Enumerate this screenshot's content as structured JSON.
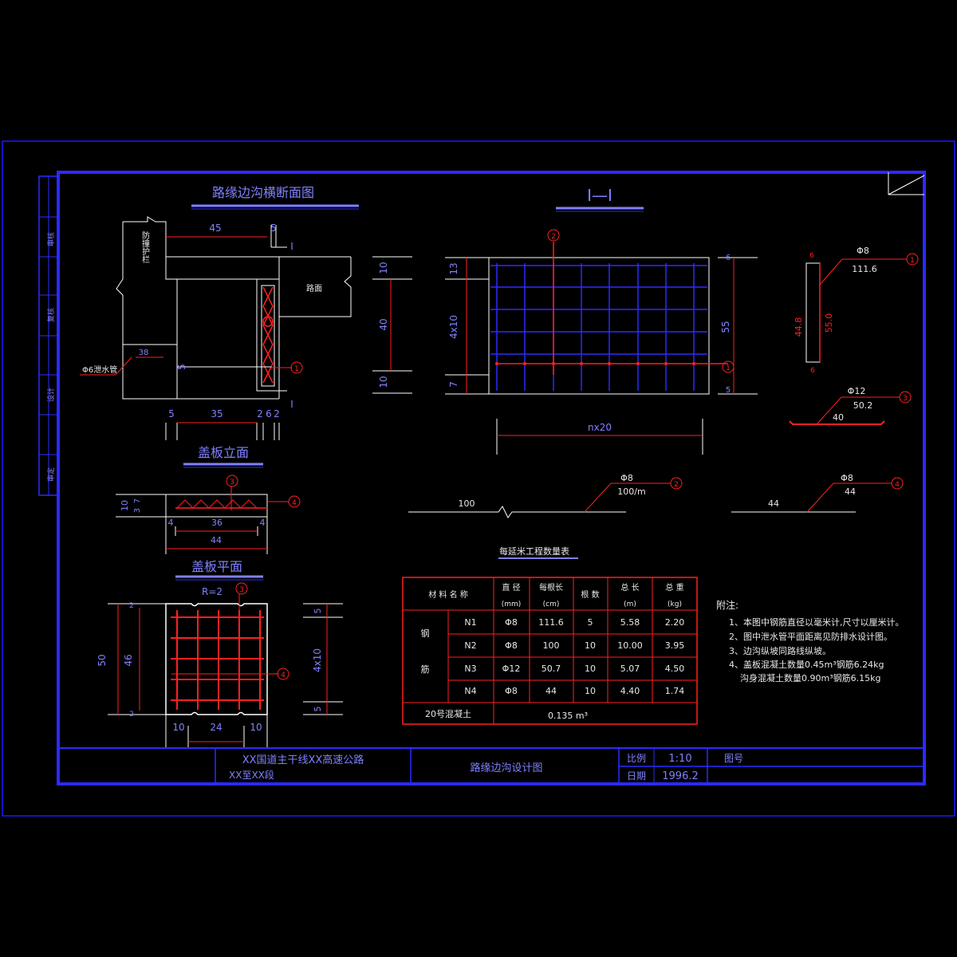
{
  "colors": {
    "frame": "#1a1aff",
    "line": "#2b2bff",
    "white": "#e8e8e8",
    "red": "#ff2020",
    "label": "#8080ff"
  },
  "title_block": {
    "project_line1": "XX国道主干线XX高速公路",
    "project_line2": "XX至XX段",
    "drawing_name": "路缘边沟设计图",
    "scale_label": "比例",
    "scale_value": "1:10",
    "sheet_label": "图号",
    "date_label": "日期",
    "date_value": "1996.2"
  },
  "left_strip": [
    "审核",
    "复核",
    "设计",
    "审定"
  ],
  "section_titles": {
    "cross_section": "路缘边沟横断面图",
    "section_ii": "I—I",
    "cover_elevation": "盖板立面",
    "cover_plan": "盖板平面"
  },
  "cross_section": {
    "dim_45": "45",
    "dim_5_top": "5",
    "label_I_top": "I",
    "label_I_bottom": "I",
    "dim_5_left": "5",
    "dim_35": "35",
    "dim_2": "2",
    "dim_6": "6",
    "dim_2r": "2",
    "dim_10_top": "10",
    "dim_40": "40",
    "dim_10_bottom": "10",
    "dim_5_mid": "5",
    "dim_38": "38",
    "pipe_label": "Φ6泄水管",
    "wall_label": "防撞护栏",
    "road_label": "路面"
  },
  "section_ii": {
    "dim_13": "13",
    "dim_4x10": "4x10",
    "dim_7": "7",
    "dim_6r": "6",
    "dim_55": "55",
    "dim_5r": "5",
    "dim_nx20": "nx20"
  },
  "bars": {
    "n1_dia": "Φ8",
    "n1_len": "111.6",
    "n1_h1": "44.8",
    "n1_h2": "55.0",
    "n1_top": "6",
    "n1_bot": "6",
    "n3_dia": "Φ12",
    "n3_len": "50.2",
    "n3_len2": "40",
    "n2_dia": "Φ8",
    "n2_spacing": "100/m",
    "n2_len": "100",
    "n4_dia": "Φ8",
    "n4_len": "44",
    "n4_len2": "44"
  },
  "cover_elevation": {
    "dim_10": "10",
    "dim_3": "3",
    "dim_7": "7",
    "dim_4l": "4",
    "dim_36": "36",
    "dim_4r": "4",
    "dim_44": "44"
  },
  "cover_plan": {
    "r_label": "R=2",
    "dim_50": "50",
    "dim_46": "46",
    "dim_2t": "2",
    "dim_2b": "2",
    "dim_10l": "10",
    "dim_24": "24",
    "dim_10r": "10",
    "dim_5t": "5",
    "dim_4x10": "4x10",
    "dim_5b": "5"
  },
  "circles": {
    "c1": "1",
    "c2": "2",
    "c3": "3",
    "c4": "4"
  },
  "quantity_table": {
    "title": "每延米工程数量表",
    "headers": [
      "材 料 名 称",
      "直 径",
      "每根长",
      "根 数",
      "总 长",
      "总 重"
    ],
    "units": [
      "",
      "(mm)",
      "(cm)",
      "",
      "(m)",
      "(kg)"
    ],
    "steel_label_1": "钢",
    "steel_label_2": "筋",
    "rows": [
      {
        "name": "N1",
        "dia": "Φ8",
        "len": "111.6",
        "count": "5",
        "total": "5.58",
        "weight": "2.20"
      },
      {
        "name": "N2",
        "dia": "Φ8",
        "len": "100",
        "count": "10",
        "total": "10.00",
        "weight": "3.95"
      },
      {
        "name": "N3",
        "dia": "Φ12",
        "len": "50.7",
        "count": "10",
        "total": "5.07",
        "weight": "4.50"
      },
      {
        "name": "N4",
        "dia": "Φ8",
        "len": "44",
        "count": "10",
        "total": "4.40",
        "weight": "1.74"
      }
    ],
    "concrete_label": "20号混凝土",
    "concrete_value": "0.135 m³"
  },
  "notes": {
    "title": "附注:",
    "items": [
      "1、本图中钢筋直径以毫米计,尺寸以厘米计。",
      "2、图中泄水管平面距离见防排水设计图。",
      "3、边沟纵坡同路线纵坡。",
      "4、盖板混凝土数量0.45m³钢筋6.24kg",
      "沟身混凝土数量0.90m³钢筋6.15kg"
    ]
  }
}
